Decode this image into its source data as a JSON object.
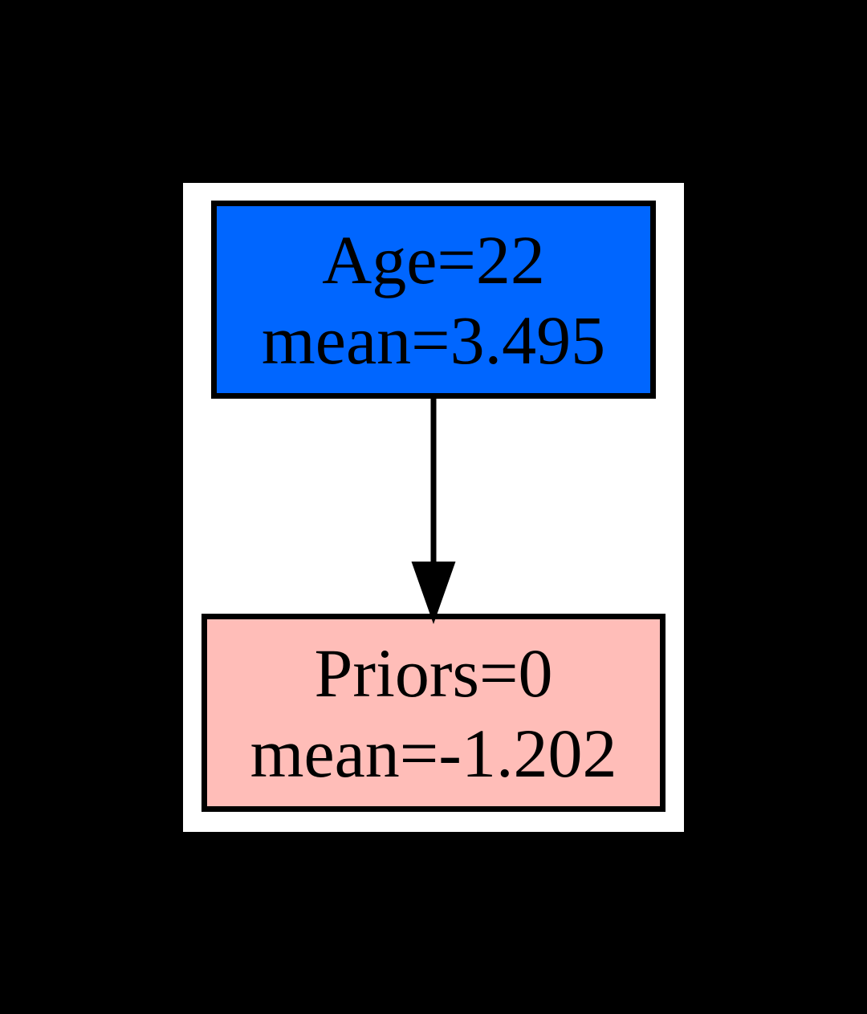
{
  "diagram": {
    "background_color": "#000000",
    "surface_color": "#ffffff",
    "nodes": [
      {
        "id": "age-node",
        "lines": [
          "Age=22",
          "mean=3.495"
        ],
        "fill": "#0066ff",
        "border_color": "#000000",
        "text_color": "#000000"
      },
      {
        "id": "priors-node",
        "lines": [
          "Priors=0",
          "mean=-1.202"
        ],
        "fill": "#ffbdb8",
        "border_color": "#000000",
        "text_color": "#000000"
      }
    ],
    "edge": {
      "from": "age-node",
      "to": "priors-node",
      "color": "#000000",
      "direction": "down",
      "arrowhead": "solid-triangle"
    }
  }
}
